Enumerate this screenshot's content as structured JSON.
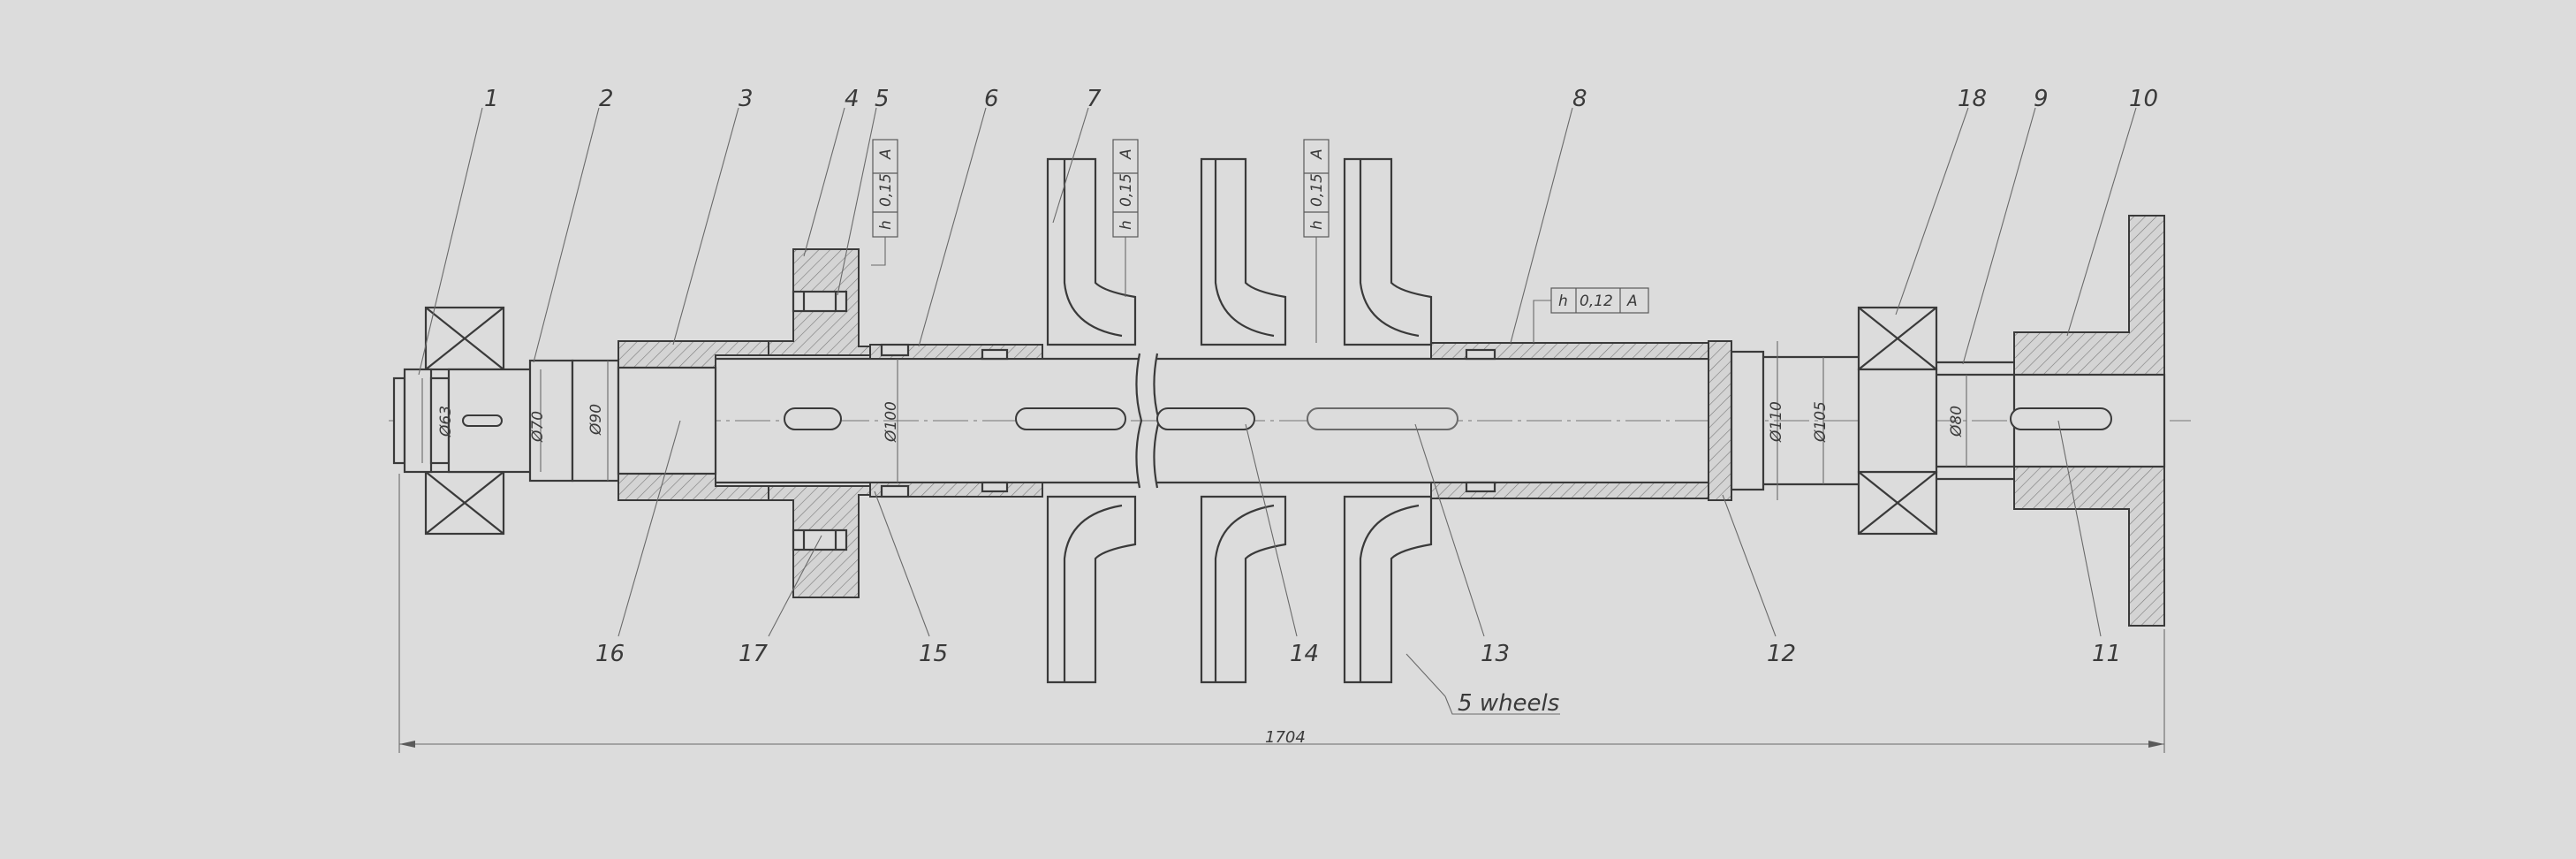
{
  "callouts": {
    "c1": "1",
    "c2": "2",
    "c3": "3",
    "c4": "4",
    "c5": "5",
    "c6": "6",
    "c7": "7",
    "c8": "8",
    "c9": "9",
    "c10": "10",
    "c11": "11",
    "c12": "12",
    "c13": "13",
    "c14": "14",
    "c15": "15",
    "c16": "16",
    "c17": "17",
    "c18": "18"
  },
  "dimensions": {
    "d63": "Ø63",
    "d70": "Ø70",
    "d90": "Ø90",
    "d100": "Ø100",
    "d110": "Ø110",
    "d105": "Ø105",
    "d80": "Ø80",
    "total_length": "1704"
  },
  "tolerances": {
    "runout_symbol": "h",
    "tol_1": {
      "value": "0,15",
      "datum": "A"
    },
    "tol_2": {
      "value": "0,15",
      "datum": "A"
    },
    "tol_3": {
      "value": "0,15",
      "datum": "A"
    },
    "tol_4": {
      "value": "0,12",
      "datum": "A"
    }
  },
  "note": {
    "wheels": "5 wheels"
  }
}
